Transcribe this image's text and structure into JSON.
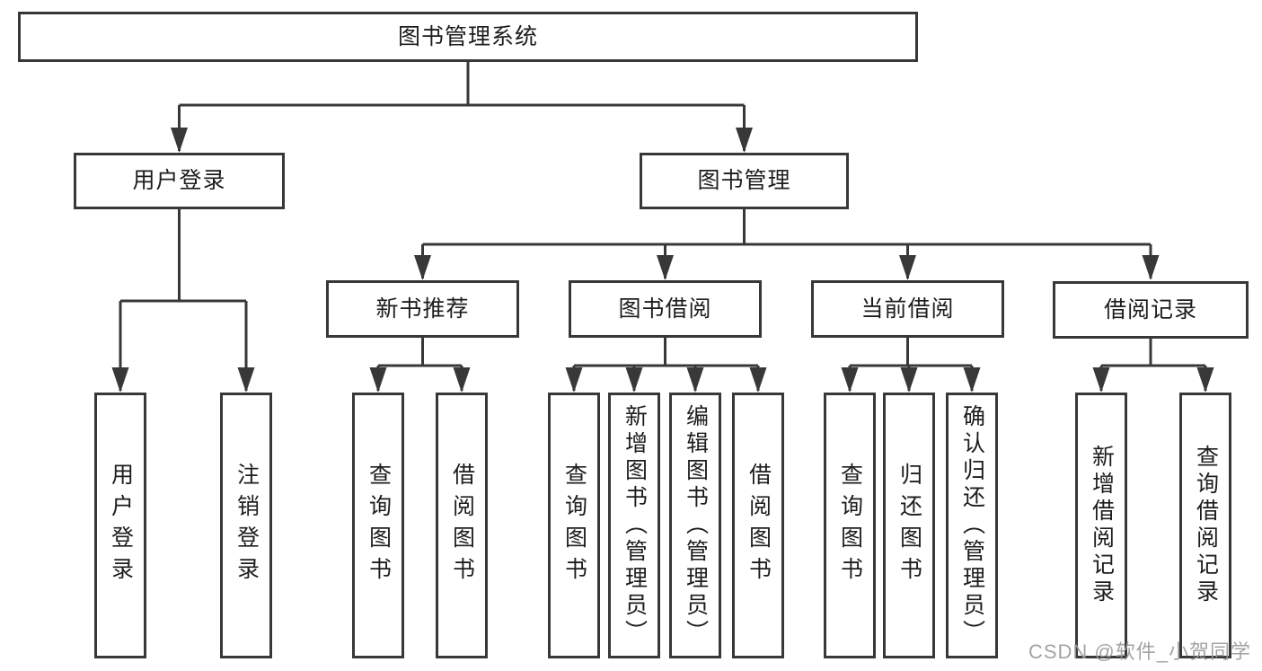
{
  "colors": {
    "line": "#383838",
    "text": "#1d1d1d",
    "watermark": "#9c9c9c",
    "bg": "#ffffff"
  },
  "watermark": "CSDN @软件_小贺同学",
  "tree": {
    "label": "图书管理系统",
    "children": [
      {
        "label": "用户登录",
        "children": [
          {
            "label": "用户登录"
          },
          {
            "label": "注销登录"
          }
        ]
      },
      {
        "label": "图书管理",
        "children": [
          {
            "label": "新书推荐",
            "children": [
              {
                "label": "查询图书"
              },
              {
                "label": "借阅图书"
              }
            ]
          },
          {
            "label": "图书借阅",
            "children": [
              {
                "label": "查询图书"
              },
              {
                "label": "新增图书（管理员）"
              },
              {
                "label": "编辑图书（管理员）"
              },
              {
                "label": "借阅图书"
              }
            ]
          },
          {
            "label": "当前借阅",
            "children": [
              {
                "label": "查询图书"
              },
              {
                "label": "归还图书"
              },
              {
                "label": "确认归还（管理员）"
              }
            ]
          },
          {
            "label": "借阅记录",
            "children": [
              {
                "label": "新增借阅记录"
              },
              {
                "label": "查询借阅记录"
              }
            ]
          }
        ]
      }
    ]
  }
}
